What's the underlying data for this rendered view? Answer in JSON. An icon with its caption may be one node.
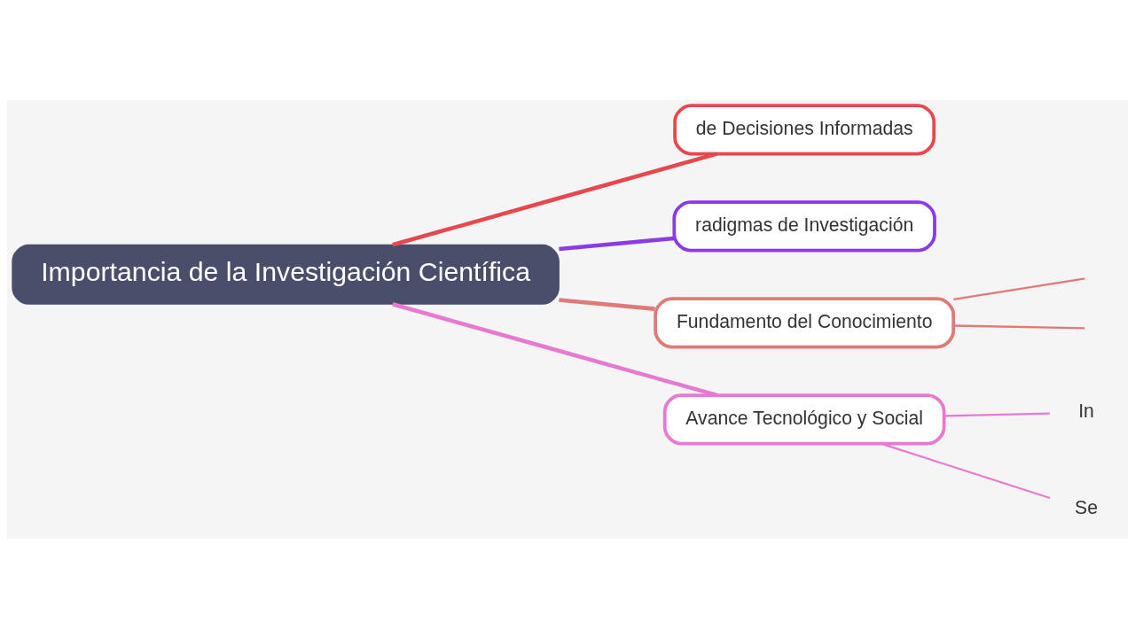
{
  "diagram": {
    "nodes": [
      {
        "text": [
          "Importancia de la Investigación Científica"
        ]
      },
      {
        "text": [
          "de Decisiones Informadas"
        ]
      },
      {
        "text": [
          "radigmas de Investigación"
        ]
      },
      {
        "text": [
          "Fundamento del Conocimiento"
        ]
      },
      {
        "text": [
          "Avance Tecnológico y Social"
        ]
      },
      {
        "text": [
          "In"
        ]
      },
      {
        "text": [
          "Se"
        ]
      }
    ],
    "edges": [
      {
        "from": 0,
        "to": 1,
        "arrow": "none",
        "style": "thick",
        "color": "#e5484d"
      },
      {
        "from": 0,
        "to": 2,
        "arrow": "none",
        "style": "thick",
        "color": "#8a3be6"
      },
      {
        "from": 0,
        "to": 3,
        "arrow": "none",
        "style": "thick",
        "color": "#e07a78"
      },
      {
        "from": 0,
        "to": 4,
        "arrow": "none",
        "style": "thick",
        "color": "#e879d0"
      },
      {
        "from": 3,
        "to": null,
        "arrow": "none",
        "color": "#e07a78"
      },
      {
        "from": 3,
        "to": null,
        "arrow": "none",
        "color": "#e07a78"
      },
      {
        "from": 4,
        "to": 5,
        "arrow": "none",
        "color": "#e879d0"
      },
      {
        "from": 4,
        "to": 6,
        "arrow": "none",
        "color": "#e879d0"
      }
    ]
  }
}
